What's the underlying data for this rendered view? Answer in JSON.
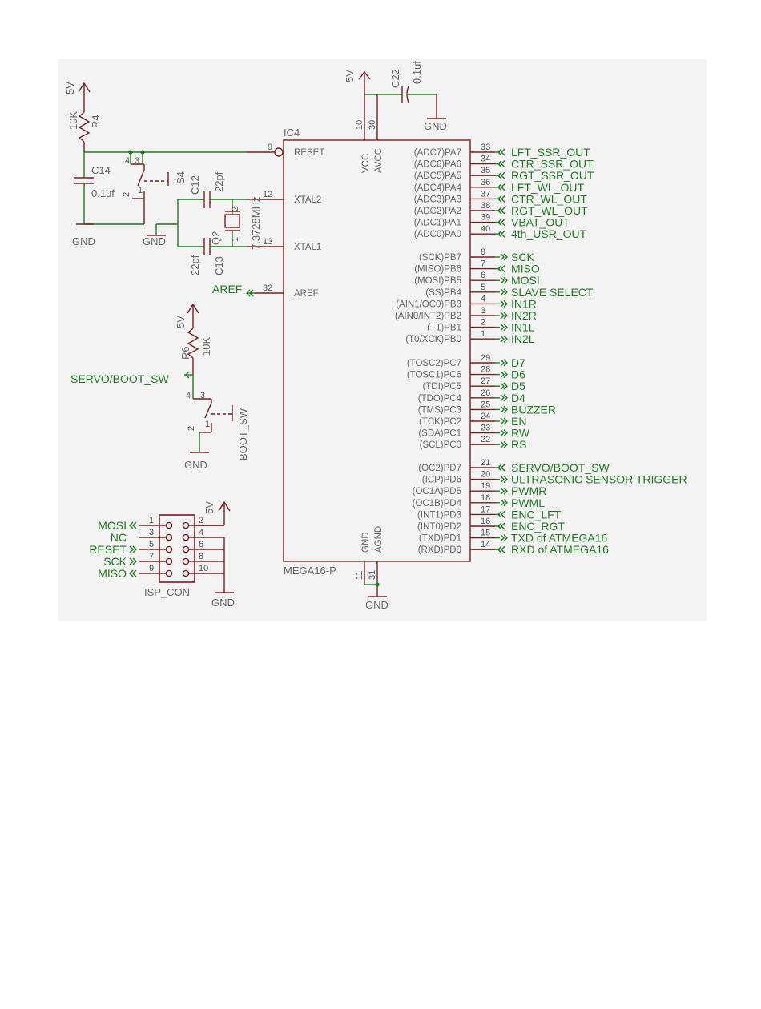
{
  "title": "",
  "ic": {
    "ref": "IC4",
    "part": "MEGA16-P"
  },
  "chip_inner": {
    "vcc": "VCC",
    "avcc": "AVCC",
    "gnd": "GND",
    "agnd": "AGND"
  },
  "power": {
    "vcc_pin": "10",
    "avcc_pin": "30",
    "gnd_pin": "11",
    "agnd_pin": "31"
  },
  "left_pins": [
    {
      "num": "9",
      "name": "RESET"
    },
    {
      "num": "12",
      "name": "XTAL2"
    },
    {
      "num": "13",
      "name": "XTAL1"
    },
    {
      "num": "32",
      "name": "AREF"
    }
  ],
  "right_pins": [
    {
      "name": "(ADC7)PA7",
      "num": "33",
      "net": "LFT_SSR_OUT",
      "dir": "out"
    },
    {
      "name": "(ADC6)PA6",
      "num": "34",
      "net": "CTR_SSR_OUT",
      "dir": "out"
    },
    {
      "name": "(ADC5)PA5",
      "num": "35",
      "net": "RGT_SSR_OUT",
      "dir": "out"
    },
    {
      "name": "(ADC4)PA4",
      "num": "36",
      "net": "LFT_WL_OUT",
      "dir": "out"
    },
    {
      "name": "(ADC3)PA3",
      "num": "37",
      "net": "CTR_WL_OUT",
      "dir": "out"
    },
    {
      "name": "(ADC2)PA2",
      "num": "38",
      "net": "RGT_WL_OUT",
      "dir": "out"
    },
    {
      "name": "(ADC1)PA1",
      "num": "39",
      "net": "VBAT_OUT",
      "dir": "out"
    },
    {
      "name": "(ADC0)PA0",
      "num": "40",
      "net": "4th_USR_OUT",
      "dir": "out"
    },
    {
      "name": "(SCK)PB7",
      "num": "8",
      "net": "SCK",
      "dir": "in"
    },
    {
      "name": "(MISO)PB6",
      "num": "7",
      "net": "MISO",
      "dir": "out"
    },
    {
      "name": "(MOSI)PB5",
      "num": "6",
      "net": "MOSI",
      "dir": "in"
    },
    {
      "name": "(SS)PB4",
      "num": "5",
      "net": "SLAVE SELECT",
      "dir": "in"
    },
    {
      "name": "(AIN1/OC0)PB3",
      "num": "4",
      "net": "IN1R",
      "dir": "in"
    },
    {
      "name": "(AIN0/INT2)PB2",
      "num": "3",
      "net": "IN2R",
      "dir": "in"
    },
    {
      "name": "(T1)PB1",
      "num": "2",
      "net": "IN1L",
      "dir": "in"
    },
    {
      "name": "(T0/XCK)PB0",
      "num": "1",
      "net": "IN2L",
      "dir": "in"
    },
    {
      "name": "(TOSC2)PC7",
      "num": "29",
      "net": "D7",
      "dir": "in"
    },
    {
      "name": "(TOSC1)PC6",
      "num": "28",
      "net": "D6",
      "dir": "in"
    },
    {
      "name": "(TDI)PC5",
      "num": "27",
      "net": "D5",
      "dir": "in"
    },
    {
      "name": "(TDO)PC4",
      "num": "26",
      "net": "D4",
      "dir": "in"
    },
    {
      "name": "(TMS)PC3",
      "num": "25",
      "net": "BUZZER",
      "dir": "in"
    },
    {
      "name": "(TCK)PC2",
      "num": "24",
      "net": "EN",
      "dir": "in"
    },
    {
      "name": "(SDA)PC1",
      "num": "23",
      "net": "RW",
      "dir": "in"
    },
    {
      "name": "(SCL)PC0",
      "num": "22",
      "net": "RS",
      "dir": "in"
    },
    {
      "name": "(OC2)PD7",
      "num": "21",
      "net": "SERVO/BOOT_SW",
      "dir": "out"
    },
    {
      "name": "(ICP)PD6",
      "num": "20",
      "net": "ULTRASONIC SENSOR TRIGGER",
      "dir": "in"
    },
    {
      "name": "(OC1A)PD5",
      "num": "19",
      "net": "PWMR",
      "dir": "in"
    },
    {
      "name": "(OC1B)PD4",
      "num": "18",
      "net": "PWML",
      "dir": "in"
    },
    {
      "name": "(INT1)PD3",
      "num": "17",
      "net": "ENC_LFT",
      "dir": "out"
    },
    {
      "name": "(INT0)PD2",
      "num": "16",
      "net": "ENC_RGT",
      "dir": "out"
    },
    {
      "name": "(TXD)PD1",
      "num": "15",
      "net": "TXD of ATMEGA16",
      "dir": "in"
    },
    {
      "name": "(RXD)PD0",
      "num": "14",
      "net": "RXD of ATMEGA16",
      "dir": "out"
    }
  ],
  "reset_circuit": {
    "supply": "5V",
    "res_ref": "R4",
    "res_val": "10K",
    "cap_ref": "C14",
    "cap_val": "0.1uf",
    "gnd": "GND",
    "switch_ref": "S4",
    "sw_pins": [
      "4",
      "3",
      "2",
      "1"
    ]
  },
  "crystal": {
    "c12_ref": "C12",
    "c12_val": "22pf",
    "c13_ref": "C13",
    "c13_val": "22pf",
    "q_ref": "Q2",
    "q_val": "7.3728MHz",
    "q_pins": [
      "2",
      "1"
    ],
    "gnd": "GND"
  },
  "decoupling": {
    "supply": "5V",
    "cap_ref": "C22",
    "cap_val": "0.1uf",
    "gnd": "GND"
  },
  "aref_net": "AREF",
  "boot": {
    "supply": "5V",
    "res_ref": "R6",
    "res_val": "10K",
    "net": "SERVO/BOOT_SW",
    "switch_ref": "BOOT_SW",
    "sw_pins": [
      "4",
      "3",
      "2",
      "1"
    ],
    "gnd": "GND"
  },
  "chip_gnd": "GND",
  "isp": {
    "ref": "ISP_CON",
    "supply": "5V",
    "gnd": "GND",
    "left_nets": [
      {
        "pin": "1",
        "net": "MOSI",
        "dir": "out"
      },
      {
        "pin": "3",
        "net": "NC",
        "dir": "none"
      },
      {
        "pin": "5",
        "net": "RESET",
        "dir": "in"
      },
      {
        "pin": "7",
        "net": "SCK",
        "dir": "in"
      },
      {
        "pin": "9",
        "net": "MISO",
        "dir": "out"
      }
    ],
    "right_pins": [
      "2",
      "4",
      "6",
      "8",
      "10"
    ]
  }
}
